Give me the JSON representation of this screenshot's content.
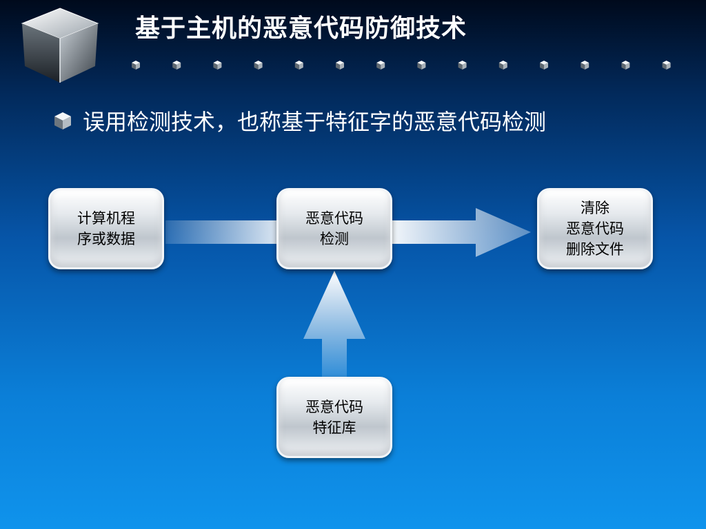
{
  "slide": {
    "title": "基于主机的恶意代码防御技术",
    "bullet": "误用检测技术，也称基于特征字的恶意代码检测"
  },
  "diagram": {
    "nodes": [
      {
        "id": "input",
        "lines": [
          "计算机程",
          "序或数据"
        ]
      },
      {
        "id": "detect",
        "lines": [
          "恶意代码",
          "检测"
        ]
      },
      {
        "id": "clean",
        "lines": [
          "清除",
          "恶意代码",
          "删除文件"
        ]
      },
      {
        "id": "signature-db",
        "lines": [
          "恶意代码",
          "特征库"
        ]
      }
    ],
    "edges": [
      {
        "from": "input",
        "to": "detect"
      },
      {
        "from": "detect",
        "to": "clean"
      },
      {
        "from": "signature-db",
        "to": "detect"
      }
    ]
  },
  "icons": {
    "logo": "silver-cube-icon",
    "bullet": "cube-bullet-icon",
    "separator": "small-cube-icon"
  },
  "colors": {
    "background_top": "#000a1c",
    "background_bottom": "#0f93ec",
    "text": "#ffffff",
    "node_text": "#000000"
  }
}
